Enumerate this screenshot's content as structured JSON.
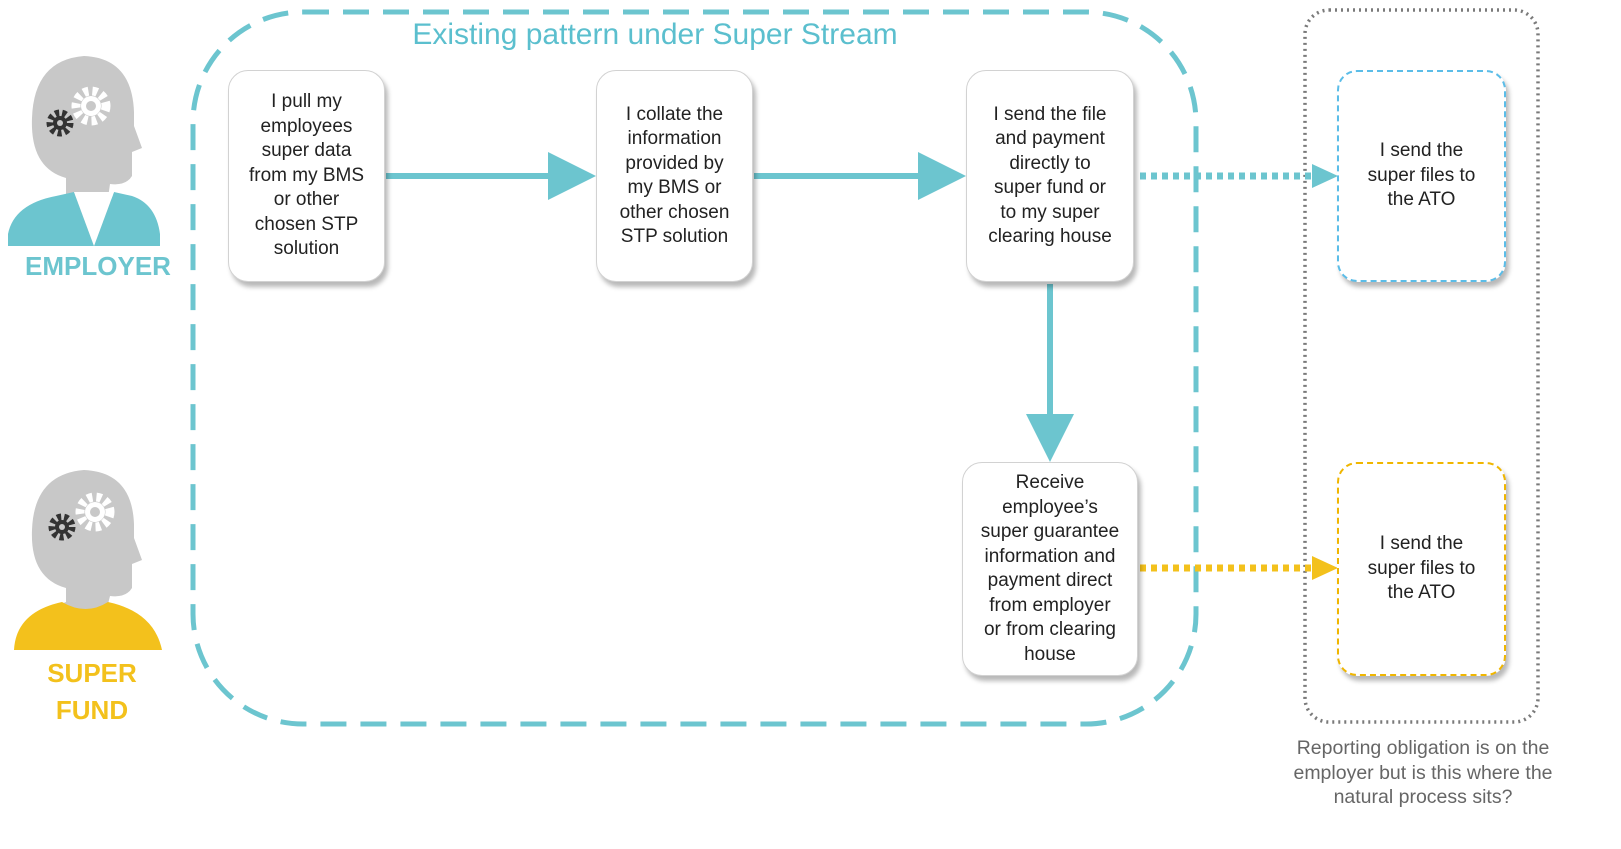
{
  "title": "Existing pattern under Super Stream",
  "roles": {
    "employer": "EMPLOYER",
    "super_fund": "SUPER\nFUND"
  },
  "steps": {
    "pull": "I pull my\nemployees\nsuper data\nfrom my BMS\nor other\nchosen STP\nsolution",
    "collate": "I collate the\ninformation\nprovided by\nmy BMS or\nother chosen\nSTP solution",
    "send_fund": "I send the file\nand payment\ndirectly to\nsuper fund or\nto my super\nclearing house",
    "receive": "Receive\nemployee’s\nsuper guarantee\ninformation and\npayment direct\nfrom employer\nor from clearing\nhouse",
    "ato_employer": "I send the\nsuper files to\nthe ATO",
    "ato_fund": "I send the\nsuper files to\nthe ATO"
  },
  "footnote": "Reporting obligation is on the\nemployer but is this where the\nnatural process sits?",
  "colors": {
    "teal": "#6cc5cf",
    "yellow": "#f3c11c",
    "blue_dash": "#5bbde8",
    "gray_dot": "#7a7a7a",
    "head_gray": "#c8c8c8"
  }
}
